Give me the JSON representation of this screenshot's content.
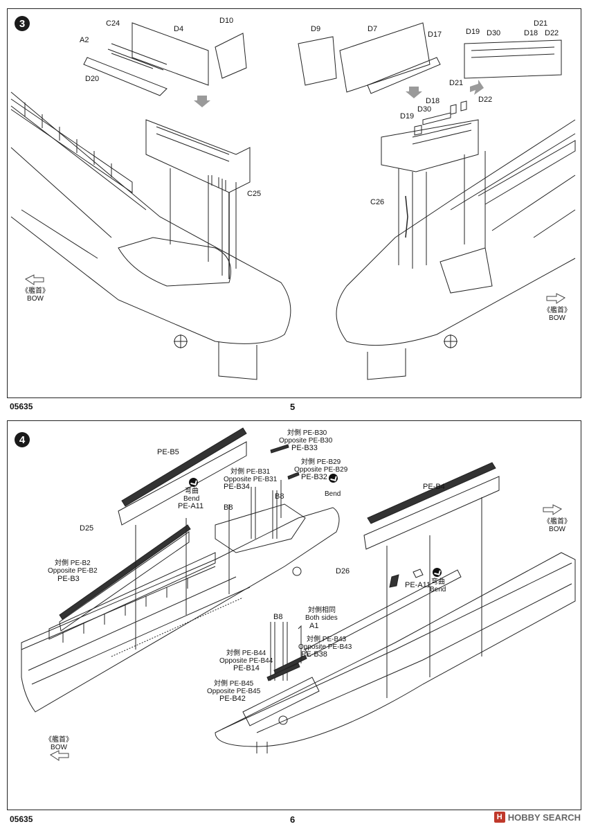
{
  "step3": {
    "badge": "3",
    "labels": {
      "c24": "C24",
      "a2": "A2",
      "d4": "D4",
      "d10": "D10",
      "d20": "D20",
      "d9": "D9",
      "d7": "D7",
      "d17": "D17",
      "d19_top": "D19",
      "d30_top": "D30",
      "d18_top": "D18",
      "d21_top": "D21",
      "d22_top": "D22",
      "d21": "D21",
      "d18": "D18",
      "d22": "D22",
      "d30": "D30",
      "d19": "D19",
      "c25": "C25",
      "c26": "C26"
    },
    "bow_left": {
      "jp": "《艦首》",
      "en": "BOW"
    },
    "bow_right": {
      "jp": "《艦首》",
      "en": "BOW"
    },
    "footer_code": "05635",
    "page_number": "5"
  },
  "step4": {
    "badge": "4",
    "labels": {
      "pe_b5": "PE-B5",
      "bend1_jp": "弯曲",
      "bend1_en": "Bend",
      "pe_a11_left": "PE-A11",
      "d25": "D25",
      "pe_b2_jp": "対側 PE-B2",
      "pe_b2_en": "Opposite PE-B2",
      "pe_b3": "PE-B3",
      "pe_b30_jp": "対側 PE-B30",
      "pe_b30_en": "Opposite PE-B30",
      "pe_b33": "PE-B33",
      "pe_b29_jp": "対側 PE-B29",
      "pe_b29_en": "Opposite PE-B29",
      "pe_b32": "PE-B32",
      "bend2_en": "Bend",
      "pe_b31_jp": "対側 PE-B31",
      "pe_b31_en": "Opposite PE-B31",
      "pe_b34": "PE-B34",
      "b8_a": "B8",
      "b8_b": "B8",
      "pe_b4": "PE-B4",
      "d26": "D26",
      "pe_a11_right": "PE-A11",
      "bend3_jp": "弯曲",
      "bend3_en": "Bend",
      "b8_c": "B8",
      "both_jp": "対側相同",
      "both_en": "Both sides",
      "a1": "A1",
      "pe_b43_jp": "対側 PE-B43",
      "pe_b43_en": "Opposite PE-B43",
      "pe_b38": "PE-B38",
      "pe_b44_jp": "対側 PE-B44",
      "pe_b44_en": "Opposite PE-B44",
      "pe_b14": "PE-B14",
      "pe_b45_jp": "対側 PE-B45",
      "pe_b45_en": "Opposite PE-B45",
      "pe_b42": "PE-B42"
    },
    "bow_left": {
      "jp": "《艦首》",
      "en": "BOW"
    },
    "bow_right": {
      "jp": "《艦首》",
      "en": "BOW"
    },
    "footer_code": "05635",
    "page_number": "6"
  },
  "watermark": {
    "logo": "H",
    "text": "HOBBY SEARCH"
  },
  "colors": {
    "line": "#222222",
    "arrow_gray": "#9a9a9a",
    "badge": "#1a1a1a"
  }
}
